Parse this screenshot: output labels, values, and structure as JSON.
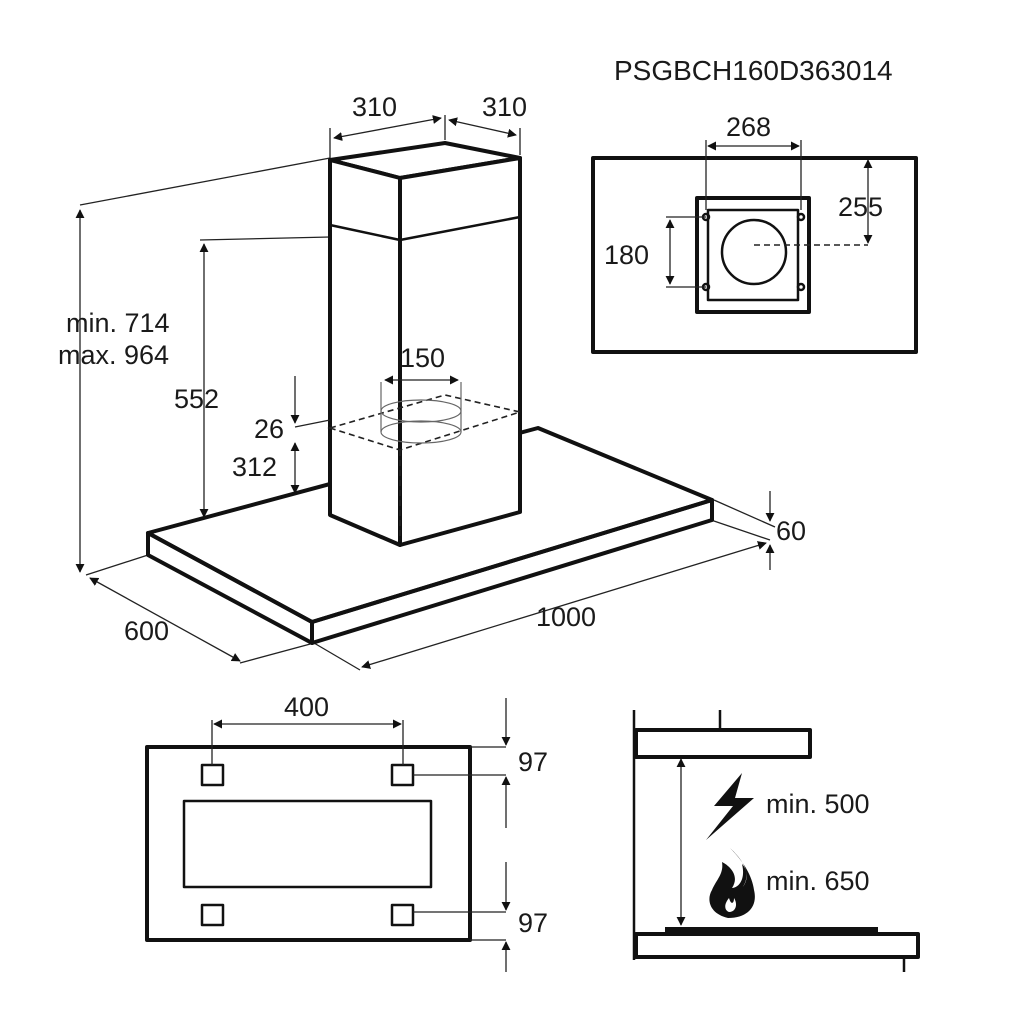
{
  "model_code": "PSGBCH160D363014",
  "main_view": {
    "chimney_width_left": "310",
    "chimney_width_right": "310",
    "height_min": "min. 714",
    "height_max": "max. 964",
    "chimney_height": "552",
    "duct_diameter": "150",
    "offset_top": "26",
    "motor_height": "312",
    "canopy_thickness": "60",
    "canopy_depth": "600",
    "canopy_width": "1000"
  },
  "ceiling_view": {
    "outlet_width": "268",
    "outlet_offset": "255",
    "outlet_height": "180"
  },
  "bottom_view": {
    "filter_spacing": "400",
    "edge_offset_top": "97",
    "edge_offset_bottom": "97"
  },
  "clearance_view": {
    "electric_min": "min. 500",
    "gas_min": "min. 650"
  }
}
